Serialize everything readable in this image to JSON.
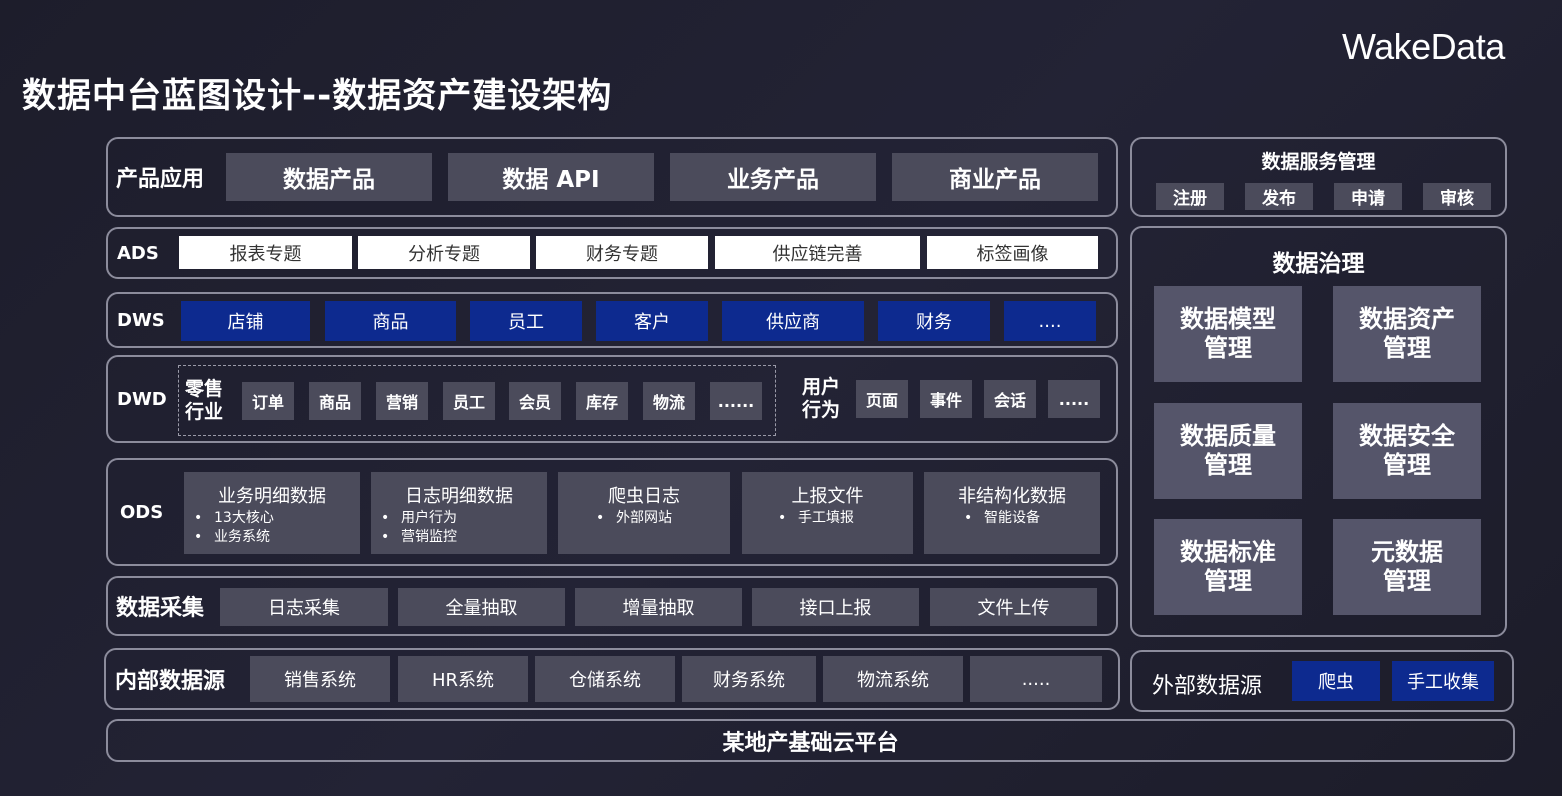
{
  "page": {
    "title": "数据中台蓝图设计--数据资产建设架构",
    "logo": "WakeData"
  },
  "product_app": {
    "label": "产品应用",
    "items": [
      "数据产品",
      "数据 API",
      "业务产品",
      "商业产品"
    ]
  },
  "ads": {
    "label": "ADS",
    "items": [
      "报表专题",
      "分析专题",
      "财务专题",
      "供应链完善",
      "标签画像"
    ]
  },
  "dws": {
    "label": "DWS",
    "items": [
      "店铺",
      "商品",
      "员工",
      "客户",
      "供应商",
      "财务",
      "...."
    ]
  },
  "dwd": {
    "label": "DWD",
    "retail_label_1": "零售",
    "retail_label_2": "行业",
    "retail_items": [
      "订单",
      "商品",
      "营销",
      "员工",
      "会员",
      "库存",
      "物流",
      "......"
    ],
    "user_label_1": "用户",
    "user_label_2": "行为",
    "user_items": [
      "页面",
      "事件",
      "会话",
      "....."
    ]
  },
  "ods": {
    "label": "ODS",
    "items": [
      {
        "title": "业务明细数据",
        "bullets": [
          "13大核心",
          "业务系统"
        ]
      },
      {
        "title": "日志明细数据",
        "bullets": [
          "用户行为",
          "营销监控"
        ]
      },
      {
        "title": "爬虫日志",
        "bullets": [
          "外部网站"
        ]
      },
      {
        "title": "上报文件",
        "bullets": [
          "手工填报"
        ]
      },
      {
        "title": "非结构化数据",
        "bullets": [
          "智能设备"
        ]
      }
    ]
  },
  "collect": {
    "label": "数据采集",
    "items": [
      "日志采集",
      "全量抽取",
      "增量抽取",
      "接口上报",
      "文件上传"
    ]
  },
  "internal": {
    "label": "内部数据源",
    "items": [
      "销售系统",
      "HR系统",
      "仓储系统",
      "财务系统",
      "物流系统",
      "....."
    ]
  },
  "cloud": {
    "label": "某地产基础云平台"
  },
  "service_mgmt": {
    "label": "数据服务管理",
    "items": [
      "注册",
      "发布",
      "申请",
      "审核"
    ]
  },
  "governance": {
    "label": "数据治理",
    "items": [
      {
        "line1": "数据模型",
        "line2": "管理"
      },
      {
        "line1": "数据资产",
        "line2": "管理"
      },
      {
        "line1": "数据质量",
        "line2": "管理"
      },
      {
        "line1": "数据安全",
        "line2": "管理"
      },
      {
        "line1": "数据标准",
        "line2": "管理"
      },
      {
        "line1": "元数据",
        "line2": "管理"
      }
    ]
  },
  "external": {
    "label": "外部数据源",
    "items": [
      "爬虫",
      "手工收集"
    ]
  },
  "colors": {
    "background": "#1f1f2e",
    "border": "#8c8c9c",
    "gray_box": "#4b4b5b",
    "blue_box": "#0d2a8f",
    "white_box": "#ffffff"
  }
}
